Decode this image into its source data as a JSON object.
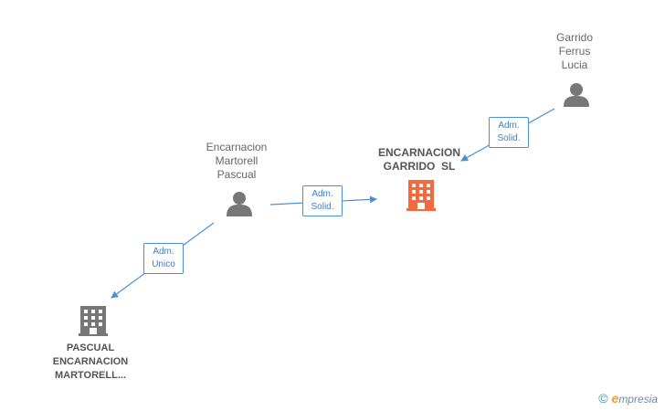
{
  "nodes": {
    "garrido": {
      "lines": [
        "Garrido",
        "Ferrus",
        "Lucia"
      ]
    },
    "encarnacion_person": {
      "lines": [
        "Encarnacion",
        "Martorell",
        "Pascual"
      ]
    },
    "main_company": {
      "lines": [
        "ENCARNACION",
        "GARRIDO  SL"
      ]
    },
    "pascual_company": {
      "lines": [
        "PASCUAL",
        "ENCARNACION",
        "MARTORELL..."
      ]
    }
  },
  "relations": {
    "r1": {
      "lines": [
        "Adm.",
        "Solid."
      ]
    },
    "r2": {
      "lines": [
        "Adm.",
        "Solid."
      ]
    },
    "r3": {
      "lines": [
        "Adm.",
        "Unico"
      ]
    }
  },
  "colors": {
    "main_company": "#f26a3d",
    "company": "#777777",
    "person": "#777777",
    "edge": "#4a8fd6"
  },
  "footer": {
    "copyright": "©",
    "brand_initial": "e",
    "brand_rest": "mpresia"
  }
}
